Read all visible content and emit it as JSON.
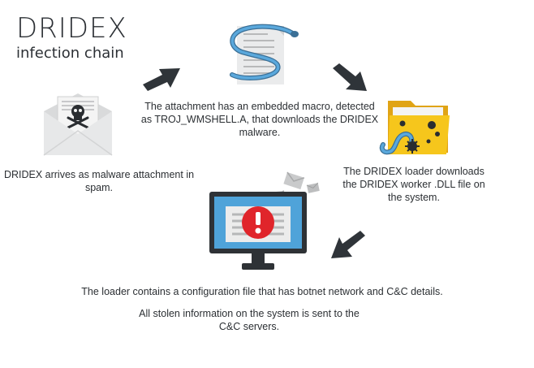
{
  "header": {
    "title": "DRIDEX",
    "subtitle": "infection chain"
  },
  "steps": [
    {
      "text": "DRIDEX arrives as malware attachment in spam."
    },
    {
      "text": "The attachment has an embedded macro, detected as TROJ_WMSHELL.A, that downloads the DRIDEX malware."
    },
    {
      "text": "The DRIDEX loader downloads the DRIDEX worker .DLL file on the system."
    },
    {
      "text": "The loader contains a configuration file that has botnet network and C&C details."
    },
    {
      "text": "All stolen information on the system is sent to the C&C servers."
    }
  ],
  "icons": {
    "envelope": "envelope-skull-icon",
    "document": "macro-document-icon",
    "folder": "infected-folder-icon",
    "monitor": "monitor-alert-icon",
    "envelopes": "flying-envelopes-icon",
    "arrow": "arrow-icon"
  },
  "colors": {
    "arrow": "#2f3439",
    "snake": "#4d9bd0",
    "folder": "#f5c518",
    "alert": "#e0252b",
    "screen": "#4fa3d9",
    "text": "#2b2f33"
  }
}
